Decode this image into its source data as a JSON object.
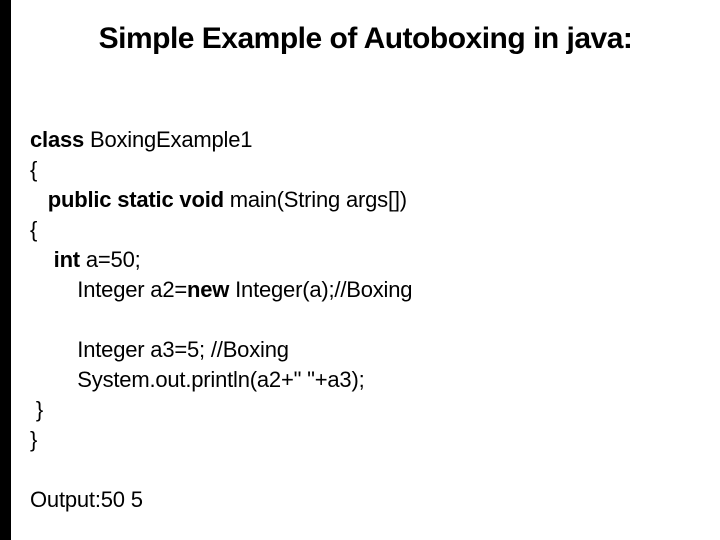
{
  "colors": {
    "background": "#ffffff",
    "left_bar": "#000000",
    "text": "#000000"
  },
  "slide": {
    "title": "Simple Example of Autoboxing in java:",
    "code_lines": [
      {
        "segments": [
          {
            "text": "class",
            "bold": true
          },
          {
            "text": " BoxingExample1",
            "bold": false
          }
        ]
      },
      {
        "segments": [
          {
            "text": "{",
            "bold": false
          }
        ]
      },
      {
        "segments": [
          {
            "text": "   ",
            "bold": false
          },
          {
            "text": "public static void",
            "bold": true
          },
          {
            "text": " main(String args[])",
            "bold": false
          }
        ]
      },
      {
        "segments": [
          {
            "text": "{",
            "bold": false
          }
        ]
      },
      {
        "segments": [
          {
            "text": "    ",
            "bold": false
          },
          {
            "text": "int",
            "bold": true
          },
          {
            "text": " a=50;",
            "bold": false
          }
        ]
      },
      {
        "segments": [
          {
            "text": "        Integer a2=",
            "bold": false
          },
          {
            "text": "new",
            "bold": true
          },
          {
            "text": " Integer(a);//Boxing",
            "bold": false
          }
        ]
      },
      {
        "segments": []
      },
      {
        "segments": [
          {
            "text": "        Integer a3=5; //Boxing",
            "bold": false
          }
        ]
      },
      {
        "segments": [
          {
            "text": "        System.out.println(a2+\" \"+a3);",
            "bold": false
          }
        ]
      },
      {
        "segments": [
          {
            "text": " }",
            "bold": false
          }
        ]
      },
      {
        "segments": [
          {
            "text": "}",
            "bold": false
          }
        ]
      }
    ],
    "output_text": "Output:50 5"
  }
}
